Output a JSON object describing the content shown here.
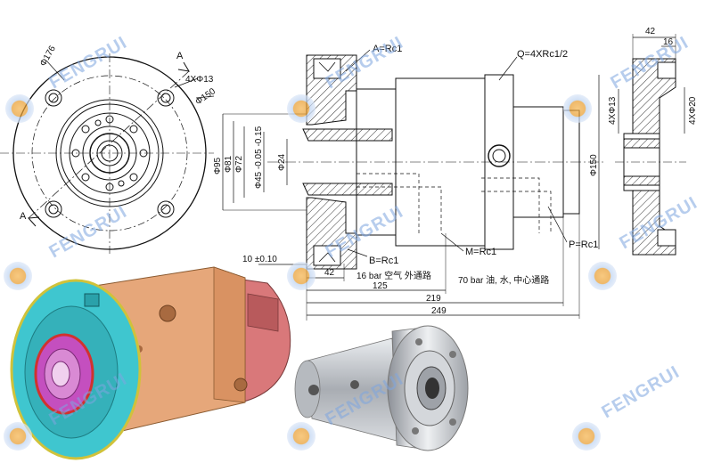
{
  "watermark": {
    "text": "FENGRUI"
  },
  "front_view": {
    "dims": {
      "d176": "Φ176",
      "d150": "Φ150",
      "holes": "4XΦ13",
      "section": "A",
      "section2": "A"
    }
  },
  "section_view": {
    "ports": {
      "a": "A=Rc1",
      "b": "B=Rc1",
      "m": "M=Rc1",
      "p": "P=Rc1",
      "q": "Q=4XRc1/2"
    },
    "dims": {
      "d95": "Φ95",
      "d81": "Φ81",
      "d72": "Φ72",
      "d45": "Φ45 -0.05 -0.15",
      "d24": "Φ24",
      "d150": "Φ150",
      "t10": "10 ±0.10",
      "l42": "42",
      "l125": "125",
      "l219": "219",
      "l249": "249"
    },
    "notes": {
      "air": "16 bar 空气 外通路",
      "oil": "70 bar 油, 水, 中心通路"
    }
  },
  "side_view": {
    "dims": {
      "w42": "42",
      "w16": "16",
      "h13": "4XΦ13",
      "h20": "4XΦ20"
    }
  },
  "colors": {
    "cyan": "#3fc6cf",
    "orange": "#e6a77a",
    "red": "#d9787a",
    "magenta": "#c44fbf",
    "metal": "#c8ccd2",
    "hatch": "#333333"
  }
}
